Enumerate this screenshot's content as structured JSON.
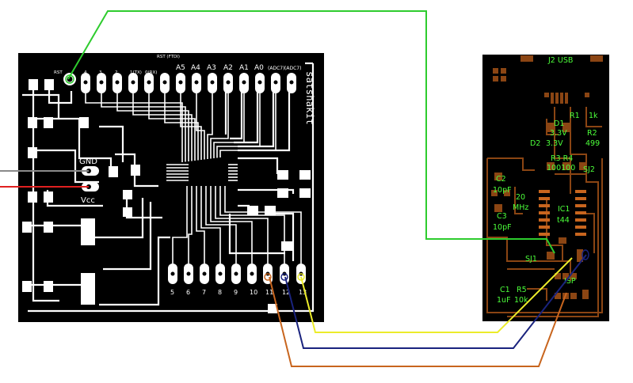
{
  "left_board": {
    "name": "satshakit",
    "top_header_label": "RST (FTDI)",
    "small_pin_labels": [
      "RST",
      "4",
      "3",
      "2",
      "1(TX)",
      "0(RX)"
    ],
    "analog_pin_labels": [
      "A5",
      "A4",
      "A3",
      "A2",
      "A1",
      "A0",
      "(ADC7)",
      "(ADC7)"
    ],
    "bottom_pin_labels": [
      "5",
      "6",
      "7",
      "8",
      "9",
      "10",
      "11",
      "12",
      "13"
    ],
    "power_labels": {
      "gnd": "GND",
      "vcc": "Vcc"
    }
  },
  "right_board": {
    "header": "J2 USB",
    "labels": {
      "r1": "R1",
      "r1_val": "1k",
      "d1": "D1",
      "d1_val": "3.3V",
      "d2": "D2",
      "d2_val": "3.3V",
      "r2": "R2",
      "r2_val": "499",
      "r3r4": "R3 R4",
      "r3r4_val": "100100",
      "sj2": "SJ2",
      "c2": "C2",
      "c2_val": "10pF",
      "xtal": "20",
      "xtal_unit": "MHz",
      "ic1": "IC1",
      "ic1_val": "t44",
      "c3": "C3",
      "c3_val": "10pF",
      "sj1": "SJ1",
      "isp": "ISP",
      "c1": "C1",
      "c1_val": "1uF",
      "r5": "R5",
      "r5_val": "10k"
    }
  },
  "wire_colors": {
    "green": "#2ecc2e",
    "yellow": "#ecec2a",
    "navy": "#1a237e",
    "orange": "#c8651e",
    "red": "#e02020",
    "gray": "#8a8a8a"
  },
  "colors": {
    "board": "#000000",
    "trace": "#ffffff",
    "label_green": "#4cff3a",
    "copper": "#8b4513"
  }
}
